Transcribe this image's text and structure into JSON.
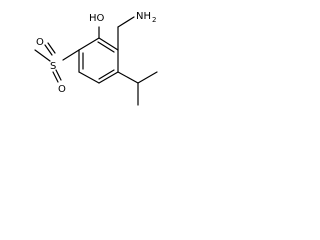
{
  "structure": {
    "labels": {
      "hydroxyl": "HO",
      "amine_n": "NH",
      "amine_sub": "2",
      "sulfur": "S",
      "oxygen_1": "O",
      "oxygen_2": "O"
    },
    "bond_color": "#000000",
    "background": "#ffffff"
  }
}
